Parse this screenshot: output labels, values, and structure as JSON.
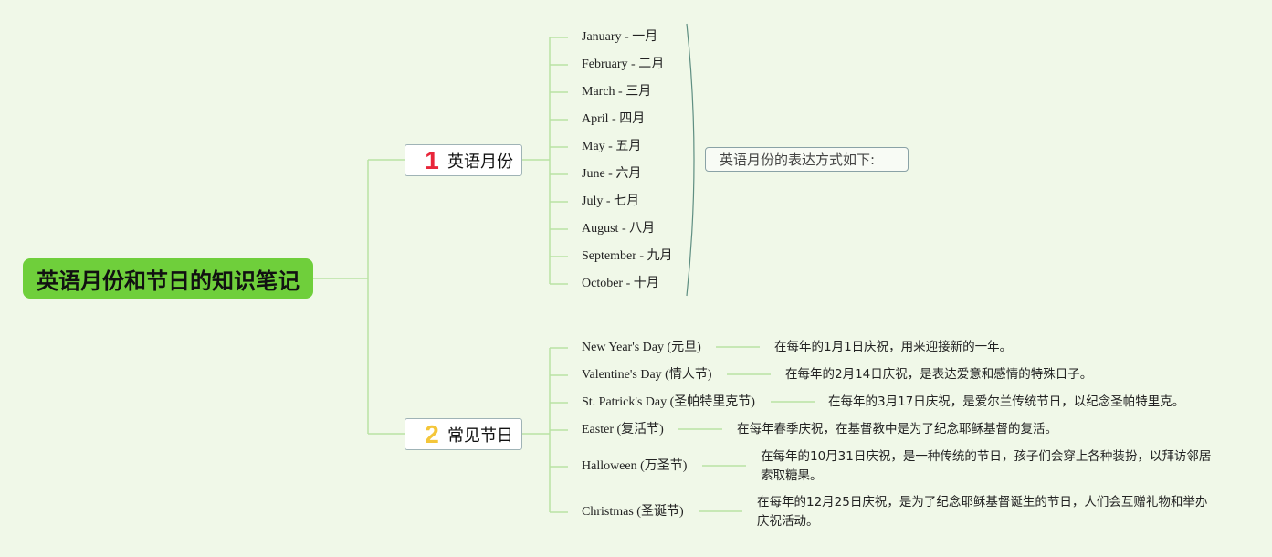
{
  "root": {
    "title": "英语月份和节日的知识笔记"
  },
  "branches": [
    {
      "number": "1",
      "label": "英语月份",
      "number_color": "#e8253a"
    },
    {
      "number": "2",
      "label": "常见节日",
      "number_color": "#f4c63a"
    }
  ],
  "months": [
    "January - 一月",
    "February - 二月",
    "March - 三月",
    "April - 四月",
    "May - 五月",
    "June - 六月",
    "July - 七月",
    "August - 八月",
    "September - 九月",
    "October - 十月"
  ],
  "months_summary": "英语月份的表达方式如下:",
  "holidays": [
    {
      "name": "New Year's Day (元旦)",
      "desc": "在每年的1月1日庆祝，用来迎接新的一年。"
    },
    {
      "name": "Valentine's Day (情人节)",
      "desc": "在每年的2月14日庆祝，是表达爱意和感情的特殊日子。"
    },
    {
      "name": "St. Patrick's Day (圣帕特里克节)",
      "desc": "在每年的3月17日庆祝，是爱尔兰传统节日，以纪念圣帕特里克。"
    },
    {
      "name": "Easter (复活节)",
      "desc": "在每年春季庆祝，在基督教中是为了纪念耶稣基督的复活。"
    },
    {
      "name": "Halloween (万圣节)",
      "desc": "在每年的10月31日庆祝，是一种传统的节日，孩子们会穿上各种装扮，以拜访邻居索取糖果。"
    },
    {
      "name": "Christmas (圣诞节)",
      "desc": "在每年的12月25日庆祝，是为了纪念耶稣基督诞生的节日，人们会互赠礼物和举办庆祝活动。"
    }
  ],
  "colors": {
    "background": "#f0f8e8",
    "root": "#6fcf3b",
    "connector": "#b9e2a4"
  }
}
